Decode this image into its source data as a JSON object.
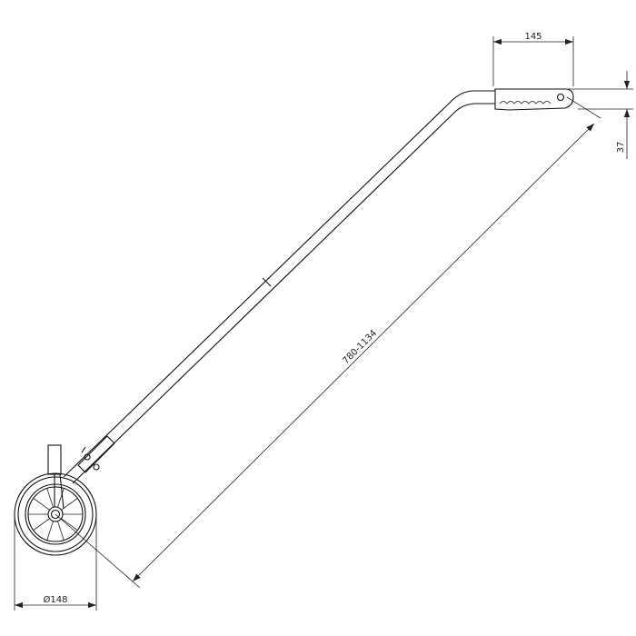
{
  "dimensions": {
    "grip_length": "145",
    "grip_height": "37",
    "handle_length": "780-1134",
    "wheel_diameter": "Ø148"
  }
}
